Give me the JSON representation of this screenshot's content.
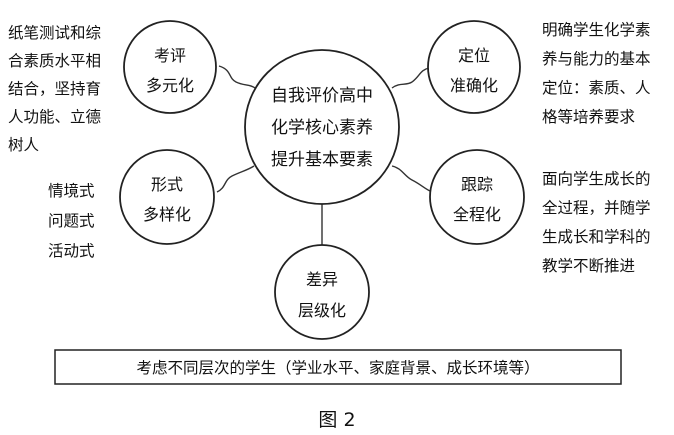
{
  "center": {
    "lines": [
      "自我评价高中",
      "化学核心素养",
      "提升基本要素"
    ]
  },
  "nodes": {
    "assessment": {
      "lines": [
        "考评",
        "多元化"
      ]
    },
    "positioning": {
      "lines": [
        "定位",
        "准确化"
      ]
    },
    "form": {
      "lines": [
        "形式",
        "多样化"
      ]
    },
    "tracking": {
      "lines": [
        "跟踪",
        "全程化"
      ]
    },
    "difference": {
      "lines": [
        "差异",
        "层级化"
      ]
    }
  },
  "notes": {
    "assessment": [
      "纸笔测试和综",
      "合素质水平相",
      "结合，坚持育",
      "人功能、立德",
      "树人"
    ],
    "positioning": [
      "明确学生化学素",
      "养与能力的基本",
      "定位：素质、人",
      "格等培养要求"
    ],
    "form": [
      "情境式",
      "问题式",
      "活动式"
    ],
    "tracking": [
      "面向学生成长的",
      "全过程，并随学",
      "生成长和学科的",
      "教学不断推进"
    ]
  },
  "bottom_box": {
    "text": "考虑不同层次的学生（学业水平、家庭背景、成长环境等）"
  },
  "caption": {
    "text": "图 2"
  }
}
